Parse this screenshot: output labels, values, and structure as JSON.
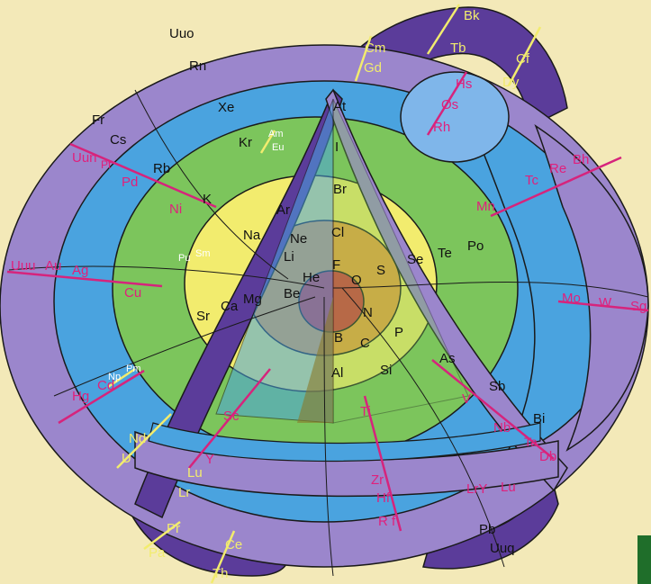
{
  "diagram": {
    "colors": {
      "background": "#f3e9b8",
      "outer_purple": "#9b86cc",
      "dark_purple": "#5b3c9a",
      "blue": "#4aa3df",
      "green": "#7cc55c",
      "yellow": "#f2ec6e",
      "orange": "#f0a03c",
      "red": "#d8383c",
      "magenta_line": "#d6247c",
      "yellow_line": "#f2ec6e",
      "black_text": "#111111",
      "magenta_text": "#e0207c"
    },
    "elements": {
      "Uuo": "Uuo",
      "Rn": "Rn",
      "Xe": "Xe",
      "Kr": "Kr",
      "Ar": "Ar",
      "Ne": "Ne",
      "He": "He",
      "Fr": "Fr",
      "Cs": "Cs",
      "Rb": "Rb",
      "K": "K",
      "Na": "Na",
      "Li": "Li",
      "Uun": "Uun",
      "Pt": "Pt",
      "Pd": "Pd",
      "Ni": "Ni",
      "Uuu": "Uuu",
      "Au": "Au",
      "Ag": "Ag",
      "Cu": "Cu",
      "Hg": "Hg",
      "Cd": "Cd",
      "Pu": "Pu",
      "Sm": "Sm",
      "Np": "Np",
      "Pm": "Pm",
      "Am": "Am",
      "Eu": "Eu",
      "Mg": "Mg",
      "Be": "Be",
      "Ca": "Ca",
      "Sr": "Sr",
      "Sc": "Sc",
      "Y": "Y",
      "Lu": "Lu",
      "Lr": "Lr",
      "Nd": "Nd",
      "U": "U",
      "Pr": "Pr",
      "Pa": "Pa",
      "Ce": "Ce",
      "Th": "Th",
      "At": "At",
      "I": "I",
      "Br": "Br",
      "Cl": "Cl",
      "F": "F",
      "O": "O",
      "S": "S",
      "Se": "Se",
      "Te": "Te",
      "Po": "Po",
      "N": "N",
      "P": "P",
      "As": "As",
      "Sb": "Sb",
      "Bi": "Bi",
      "C": "C",
      "Si": "Si",
      "B": "B",
      "Al": "Al",
      "Ti": "Ti",
      "Zr": "Zr",
      "Hf": "Hf",
      "Rf": "R f",
      "V": "V",
      "Nb": "Nb",
      "Ta": "Ta",
      "Db": "Db",
      "Mo": "Mo",
      "W": "W",
      "Sg": "Sg",
      "Mn": "Mn",
      "Tc": "Tc",
      "Re": "Re",
      "Bh": "Bh",
      "Hs": "Hs",
      "Os": "Os",
      "Rh": "Rh",
      "Cm": "Cm",
      "Gd": "Gd",
      "Bk": "Bk",
      "Tb": "Tb",
      "Cf": "Cf",
      "Dy": "Dy",
      "LrY": "LrY",
      "Lu2": "Lu",
      "Pb": "Pb",
      "Uuq": "Uuq"
    }
  }
}
